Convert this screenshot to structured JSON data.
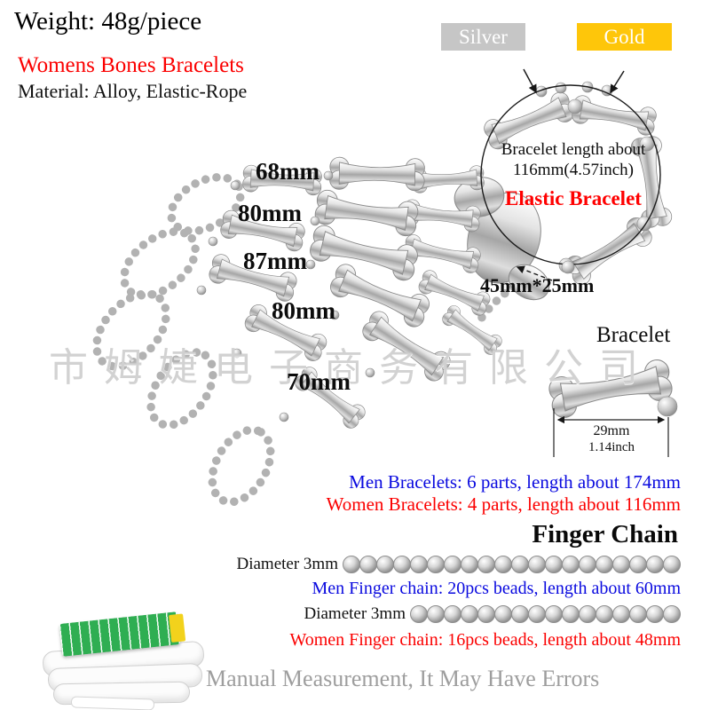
{
  "header": {
    "weight": "Weight: 48g/piece",
    "variant_silver": "Silver",
    "variant_gold": "Gold",
    "title": "Womens Bones Bracelets",
    "material": "Material: Alloy, Elastic-Rope"
  },
  "photo": {
    "finger_lengths": [
      "68mm",
      "80mm",
      "87mm",
      "80mm",
      "70mm"
    ],
    "circle_note_line1": "Bracelet length about",
    "circle_note_line2": "116mm(4.57inch)",
    "circle_note_line3": "Elastic Bracelet",
    "palm_size": "45mm*25mm",
    "bracelet_detail_label": "Bracelet",
    "bone_width_mm": "29mm",
    "bone_width_inch": "1.14inch"
  },
  "watermark": {
    "text": "市姆婕电子商务有限公司"
  },
  "specs": {
    "men_bracelets": "Men Bracelets: 6 parts, length about 174mm",
    "women_bracelets": "Women Bracelets: 4 parts, length about 116mm",
    "finger_chain_title": "Finger Chain",
    "diameter_label_1": "Diameter 3mm",
    "men_chain": "Men Finger chain: 20pcs beads, length about 60mm",
    "diameter_label_2": "Diameter 3mm",
    "women_chain": "Women Finger chain: 16pcs beads, length about 48mm",
    "men_bead_count": 20,
    "women_bead_count": 16
  },
  "footer": {
    "disclaimer": "Manual Measurement, It May Have Errors"
  },
  "colors": {
    "red": "#fb0000",
    "blue": "#0a0adf",
    "gold_badge": "#fec60a",
    "silver_badge": "#c6c6c6",
    "gray_text": "#9e9e9e"
  }
}
